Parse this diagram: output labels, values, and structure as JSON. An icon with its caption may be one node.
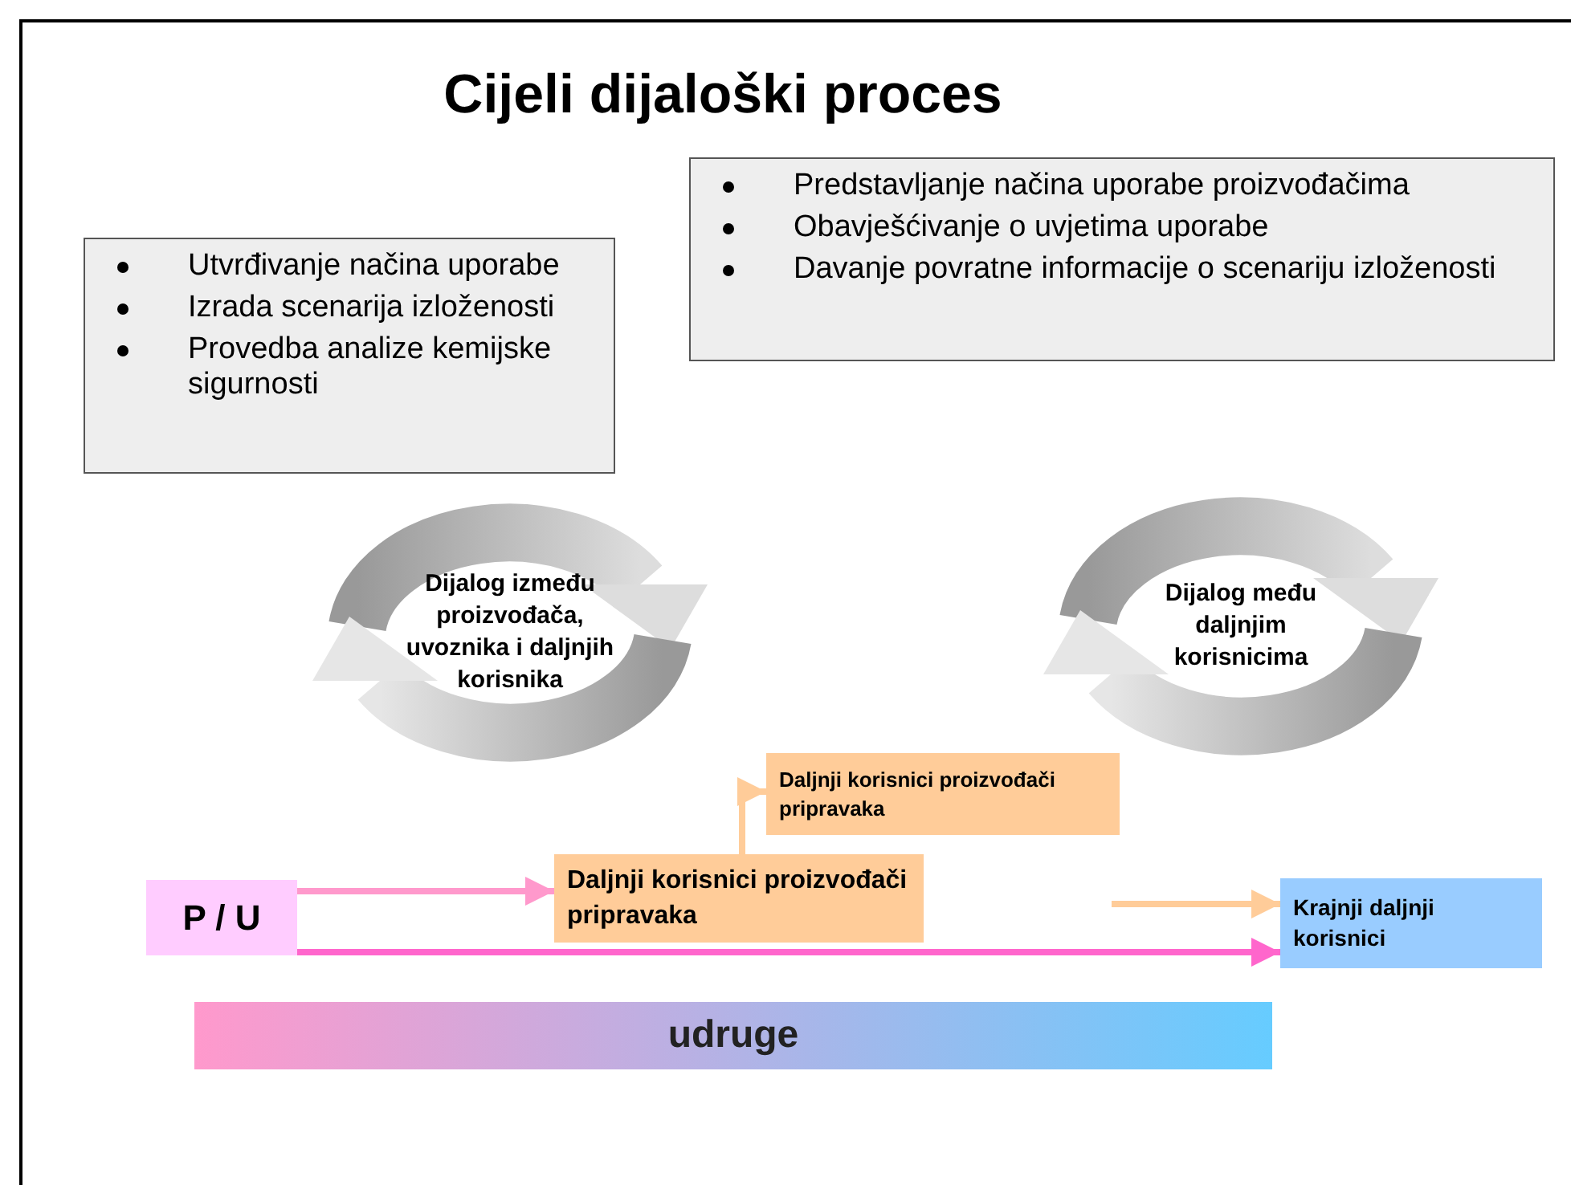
{
  "diagram": {
    "title": "Cijeli dijaloški proces",
    "nodes": [
      {
        "text": [
          "Utvrđivanje načina uporabe",
          "Izrada scenarija izloženosti",
          "Provedba analize kemijske sigurnosti"
        ]
      },
      {
        "text": [
          "Predstavljanje načina uporabe proizvođačima",
          "Obavješćivanje o uvjetima uporabe",
          "Davanje povratne informacije o scenariju izloženosti"
        ]
      },
      {
        "text": [
          "Dijalog između proizvođača, uvoznika i daljnjih korisnika"
        ]
      },
      {
        "text": [
          "Dijalog među daljnjim korisnicima"
        ]
      },
      {
        "text": [
          "P / U"
        ]
      },
      {
        "text": [
          "Daljnji korisnici proizvođači pripravaka"
        ]
      },
      {
        "text": [
          "Daljnji korisnici proizvođači pripravaka"
        ]
      },
      {
        "text": [
          "Krajnji daljnji korisnici"
        ]
      },
      {
        "text": [
          "udruge"
        ]
      }
    ],
    "edges": [
      {
        "from": 4,
        "to": 5,
        "arrow": "to",
        "color": "#ff99cc"
      },
      {
        "from": 5,
        "to": 6,
        "arrow": "to",
        "color": "#ffcc99"
      },
      {
        "from": null,
        "to": 7,
        "arrow": "to",
        "color": "#ffcc99"
      },
      {
        "from": 4,
        "to": 7,
        "arrow": "to",
        "color": "#ff66cc"
      }
    ]
  }
}
